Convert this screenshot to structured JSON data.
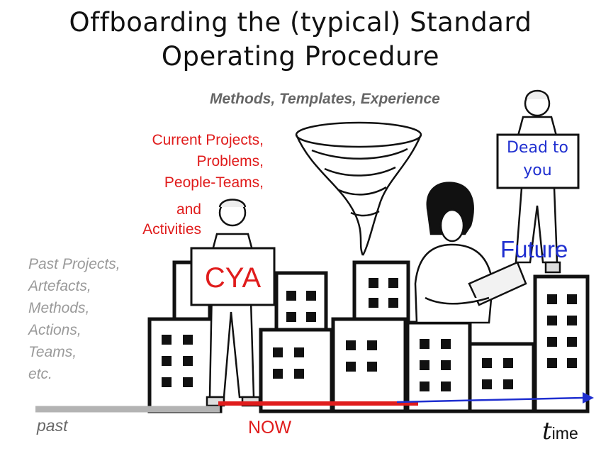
{
  "title": {
    "line1": "Offboarding the (typical) Standard",
    "line2": "Operating Procedure"
  },
  "subtitle": "Methods, Templates, Experience",
  "current": {
    "line1": "Current Projects,",
    "line2": "Problems,",
    "line3": "People-Teams,",
    "and": "and",
    "activities": "Activities"
  },
  "past_items": [
    "Past Projects,",
    "Artefacts,",
    "Methods,",
    "Actions,",
    "Teams,",
    "etc."
  ],
  "signs": {
    "cya": "CYA",
    "dead_line1": "Dead to",
    "dead_line2": "you"
  },
  "labels": {
    "future": "Future",
    "past": "past",
    "now": "NOW",
    "time_t": "t",
    "time_rest": "ime"
  },
  "colors": {
    "past_line": "#b3b3b3",
    "now_line": "#e01c1c",
    "future_line": "#1f2fd0"
  }
}
